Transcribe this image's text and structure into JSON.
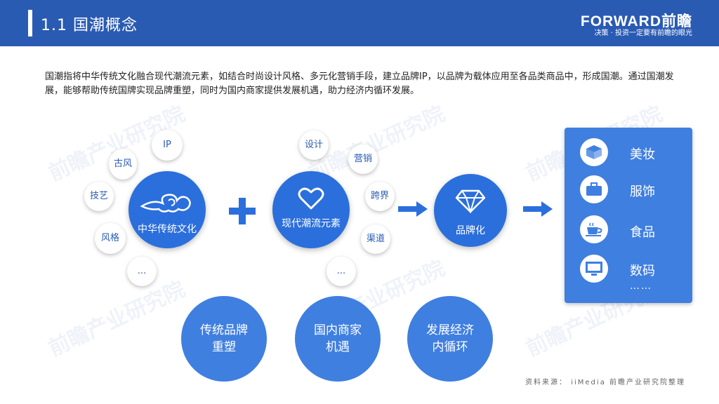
{
  "header": {
    "title": "1.1  国潮概念",
    "brand": "FORWARD前瞻",
    "brand_slogan": "决策 · 投资一定要有前瞻的眼光"
  },
  "intro": "国潮指将中华传统文化融合现代潮流元素，如结合时尚设计风格、多元化营销手段，建立品牌IP，以品牌为载体应用至各品类商品中，形成国潮。通过国潮发展，能够帮助传统国牌实现品牌重塑，同时为国内商家提供发展机遇，助力经济内循环发展。",
  "watermark": "前瞻产业研究院",
  "traditional": {
    "label": "中华传统文化",
    "items": [
      "IP",
      "古风",
      "技艺",
      "风格",
      "..."
    ]
  },
  "modern": {
    "label": "现代潮流元素",
    "items": [
      "设计",
      "营销",
      "跨界",
      "渠道",
      "..."
    ]
  },
  "branding": {
    "label": "品牌化"
  },
  "categories": {
    "items": [
      "美妆",
      "服饰",
      "食品",
      "数码"
    ],
    "more": "……"
  },
  "outcomes": [
    "传统品牌重塑",
    "国内商家机遇",
    "发展经济内循环"
  ],
  "source": "资料来源： iiMedia 前瞻产业研究院整理",
  "colors": {
    "header": "#2a5bb3",
    "primary": "#2b6fdc",
    "panel": "#3f7fe0"
  },
  "icons": [
    "cloud-pattern-icon",
    "heart-icon",
    "diamond-icon",
    "box-icon",
    "briefcase-icon",
    "cup-icon",
    "monitor-icon"
  ]
}
